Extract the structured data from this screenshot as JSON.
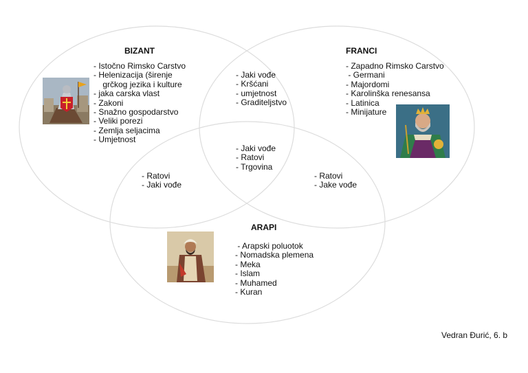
{
  "colors": {
    "circle_stroke": "#dcdcdc",
    "text": "#111111",
    "background": "#ffffff"
  },
  "bizant": {
    "title": "BIZANT",
    "items": [
      "-  Istočno Rimsko Carstvo",
      "-  Helenizacija (širenje",
      "    grčkog jezika i kulture",
      "-  jaka carska vlast",
      "-  Zakoni",
      "-  Snažno gospodarstvo",
      "-  Veliki porezi",
      "-  Zemlja seljacima",
      "-  Umjetnost"
    ],
    "image_icon": "byzantine-knight-image"
  },
  "franci": {
    "title": "FRANCI",
    "items": [
      "- Zapadno Rimsko Carstvo",
      " - Germani",
      "- Majordomi",
      "- Karolinška renesansa",
      "- Latinica",
      "- Minijature"
    ],
    "image_icon": "frankish-king-image"
  },
  "arapi": {
    "title": "ARAPI",
    "items": [
      " - Arapski poluotok",
      "- Nomadska plemena",
      "- Meka",
      "- Islam",
      "- Muhamed",
      "- Kuran"
    ],
    "image_icon": "arab-ruler-image"
  },
  "overlaps": {
    "bizant_franci": [
      "- Jaki vođe",
      "- Kršćani",
      "- umjetnost",
      "- Graditeljstvo"
    ],
    "all_three": [
      "- Jaki vođe",
      "- Ratovi",
      "- Trgovina"
    ],
    "bizant_arapi": [
      "- Ratovi",
      "- Jaki vođe"
    ],
    "franci_arapi": [
      "- Ratovi",
      "- Jake vođe"
    ]
  },
  "author": "Vedran Đurić, 6. b"
}
